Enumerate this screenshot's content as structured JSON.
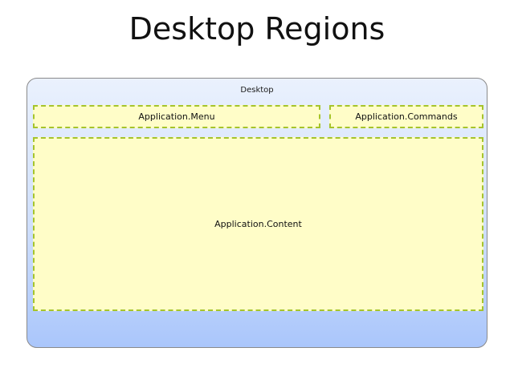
{
  "title": "Desktop Regions",
  "desktop": {
    "label": "Desktop",
    "regions": {
      "menu": "Application.Menu",
      "commands": "Application.Commands",
      "content": "Application.Content"
    }
  },
  "colors": {
    "region_fill": "#fffdc8",
    "region_border": "#a6c42b",
    "desktop_gradient_top": "#eaf1fd",
    "desktop_gradient_bottom": "#aac6fb",
    "desktop_border": "#8a8a8a"
  }
}
